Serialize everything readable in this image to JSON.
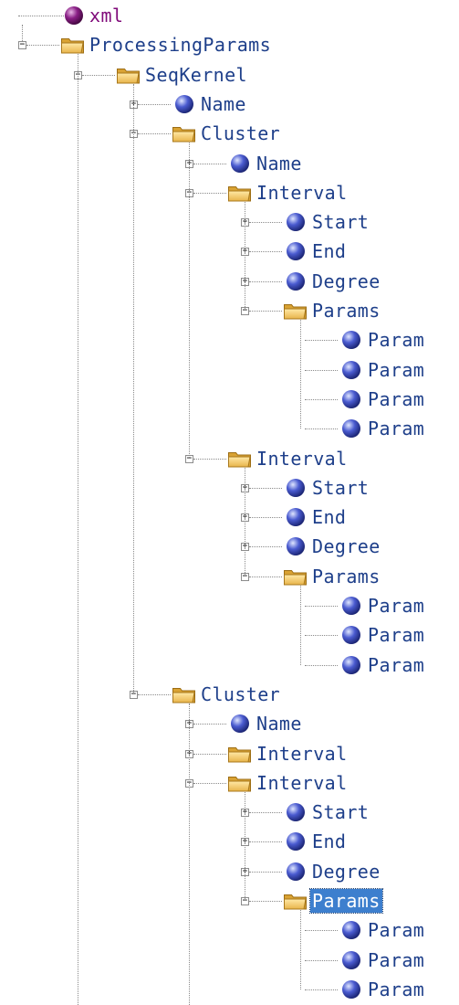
{
  "colors": {
    "element_text": "#1e3f8a",
    "root_text": "#800b7a",
    "selected_bg": "#3d7fce",
    "selected_text": "#ffffff",
    "connector": "#8a8a8a"
  },
  "tree": {
    "label": "xml",
    "icon": "purple-sphere-icon",
    "kind": "root",
    "children": [
      {
        "label": "ProcessingParams",
        "icon": "folder-icon",
        "expanded": true,
        "children": [
          {
            "label": "SeqKernel",
            "icon": "folder-icon",
            "expanded": true,
            "children": [
              {
                "label": "Name",
                "icon": "blue-sphere-icon",
                "expanded": false
              },
              {
                "label": "Cluster",
                "icon": "folder-icon",
                "expanded": true,
                "children": [
                  {
                    "label": "Name",
                    "icon": "blue-sphere-icon",
                    "expanded": false
                  },
                  {
                    "label": "Interval",
                    "icon": "folder-icon",
                    "expanded": true,
                    "children": [
                      {
                        "label": "Start",
                        "icon": "blue-sphere-icon",
                        "expanded": false
                      },
                      {
                        "label": "End",
                        "icon": "blue-sphere-icon",
                        "expanded": false
                      },
                      {
                        "label": "Degree",
                        "icon": "blue-sphere-icon",
                        "expanded": false
                      },
                      {
                        "label": "Params",
                        "icon": "folder-icon",
                        "expanded": true,
                        "children": [
                          {
                            "label": "Param",
                            "icon": "blue-sphere-icon"
                          },
                          {
                            "label": "Param",
                            "icon": "blue-sphere-icon"
                          },
                          {
                            "label": "Param",
                            "icon": "blue-sphere-icon"
                          },
                          {
                            "label": "Param",
                            "icon": "blue-sphere-icon"
                          }
                        ]
                      }
                    ]
                  },
                  {
                    "label": "Interval",
                    "icon": "folder-icon",
                    "expanded": true,
                    "children": [
                      {
                        "label": "Start",
                        "icon": "blue-sphere-icon",
                        "expanded": false
                      },
                      {
                        "label": "End",
                        "icon": "blue-sphere-icon",
                        "expanded": false
                      },
                      {
                        "label": "Degree",
                        "icon": "blue-sphere-icon",
                        "expanded": false
                      },
                      {
                        "label": "Params",
                        "icon": "folder-icon",
                        "expanded": true,
                        "children": [
                          {
                            "label": "Param",
                            "icon": "blue-sphere-icon"
                          },
                          {
                            "label": "Param",
                            "icon": "blue-sphere-icon"
                          },
                          {
                            "label": "Param",
                            "icon": "blue-sphere-icon"
                          }
                        ]
                      }
                    ]
                  }
                ]
              },
              {
                "label": "Cluster",
                "icon": "folder-icon",
                "expanded": true,
                "continues": true,
                "children": [
                  {
                    "label": "Name",
                    "icon": "blue-sphere-icon",
                    "expanded": false
                  },
                  {
                    "label": "Interval",
                    "icon": "folder-icon",
                    "expanded": false
                  },
                  {
                    "label": "Interval",
                    "icon": "folder-icon",
                    "expanded": true,
                    "children": [
                      {
                        "label": "Start",
                        "icon": "blue-sphere-icon",
                        "expanded": false
                      },
                      {
                        "label": "End",
                        "icon": "blue-sphere-icon",
                        "expanded": false
                      },
                      {
                        "label": "Degree",
                        "icon": "blue-sphere-icon",
                        "expanded": false
                      },
                      {
                        "label": "Params",
                        "icon": "folder-icon",
                        "expanded": true,
                        "selected": true,
                        "children": [
                          {
                            "label": "Param",
                            "icon": "blue-sphere-icon"
                          },
                          {
                            "label": "Param",
                            "icon": "blue-sphere-icon"
                          },
                          {
                            "label": "Param",
                            "icon": "blue-sphere-icon"
                          }
                        ]
                      }
                    ]
                  }
                ]
              }
            ]
          }
        ]
      }
    ]
  }
}
